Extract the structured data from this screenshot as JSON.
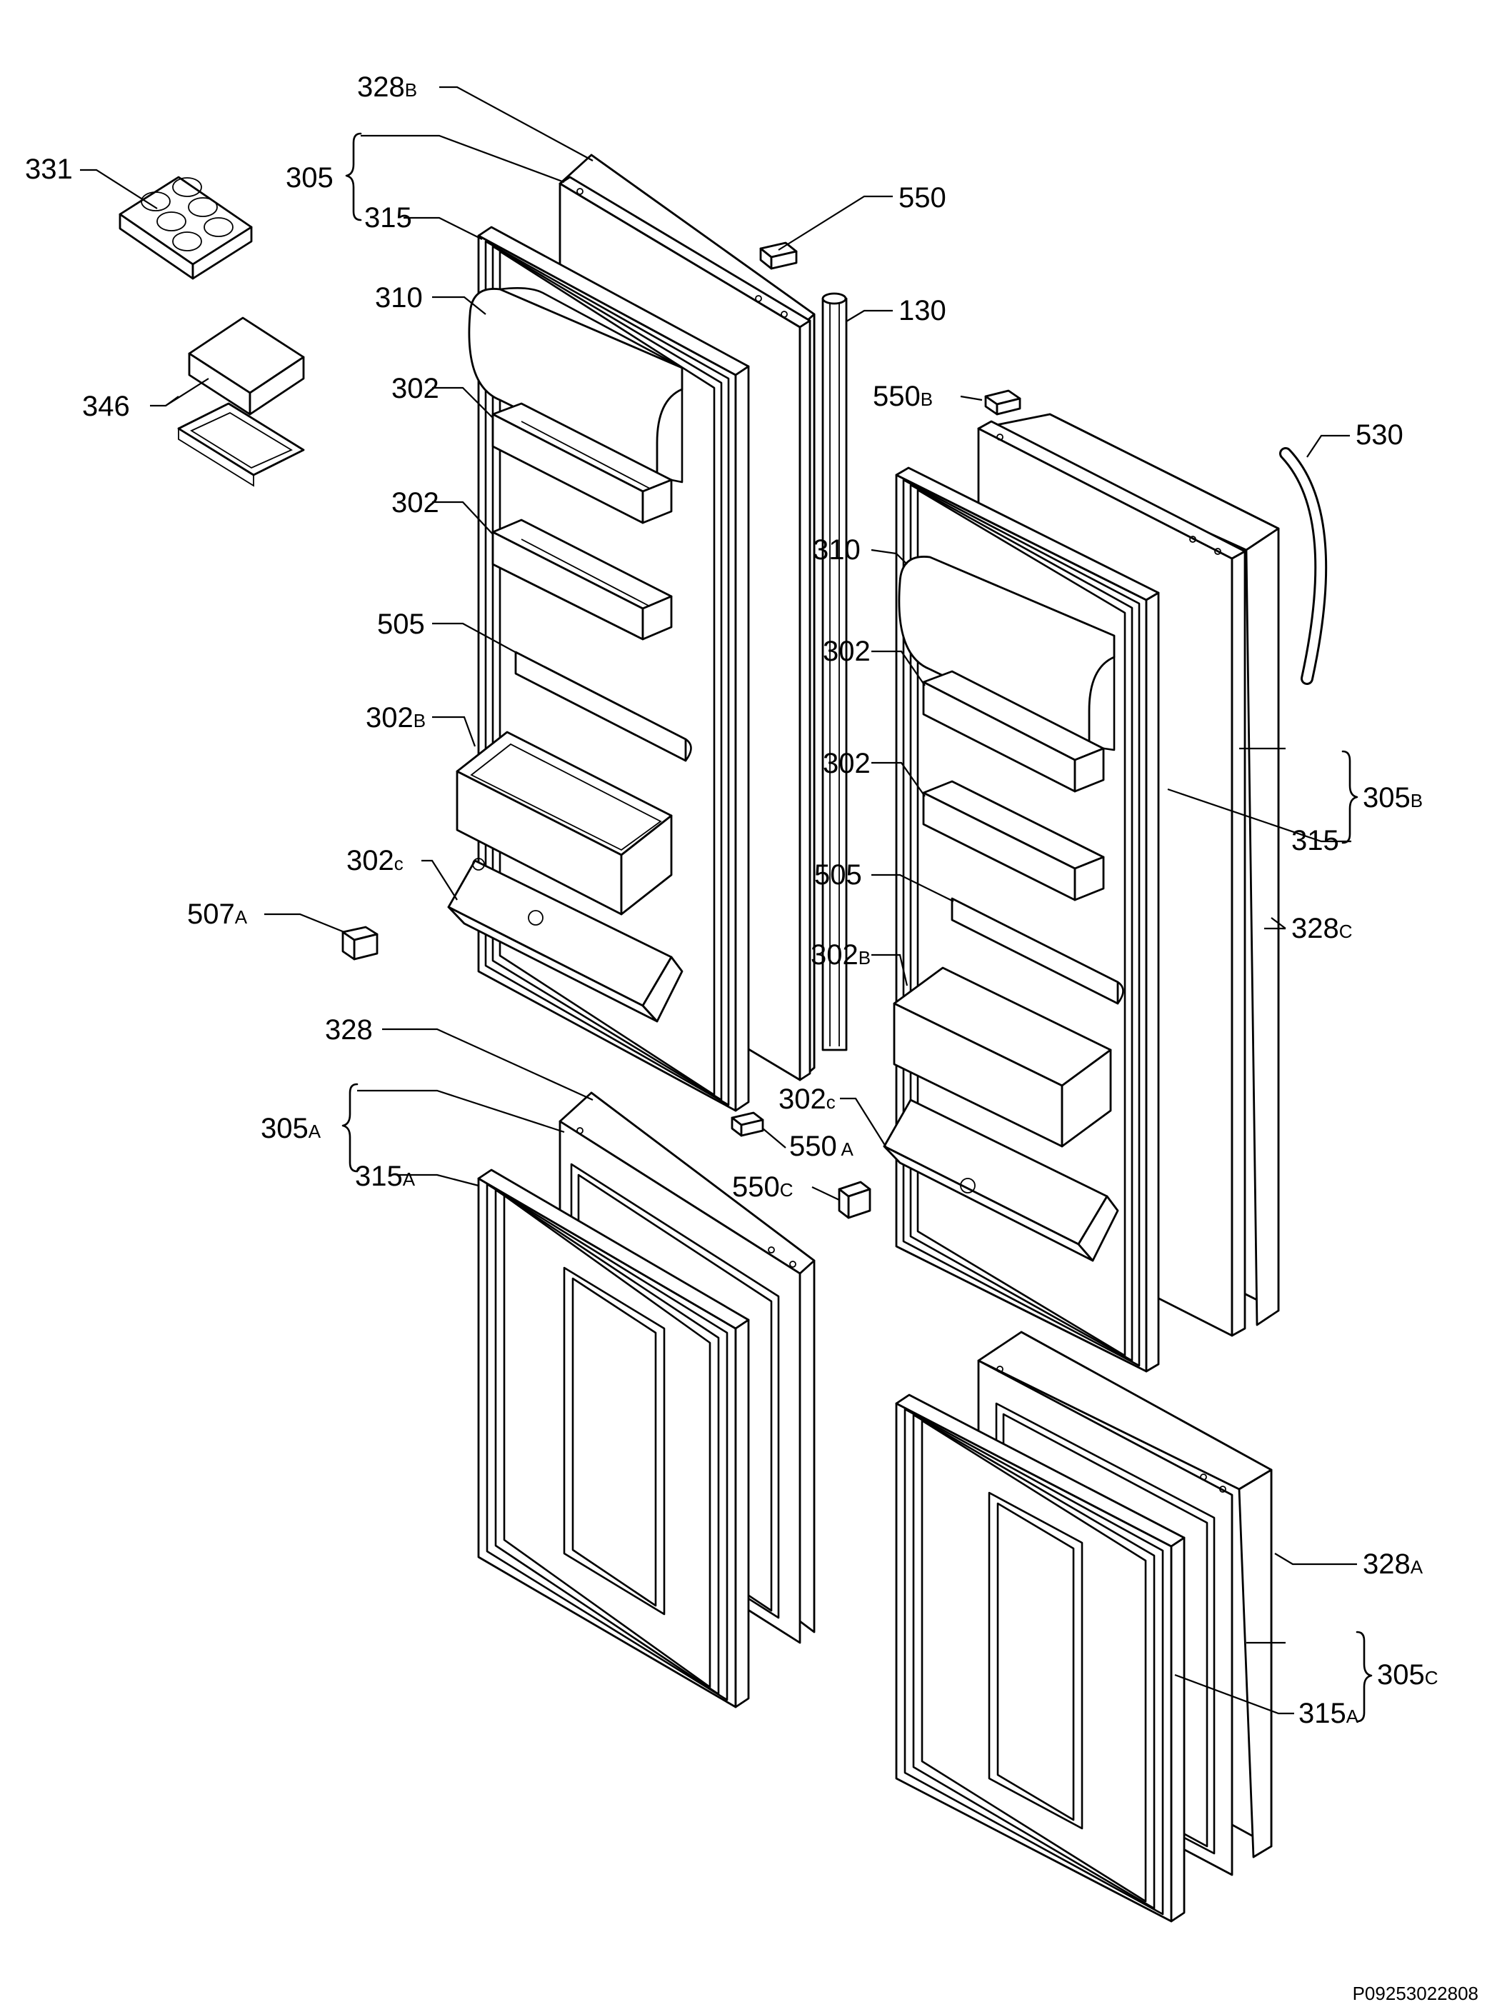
{
  "diagram": {
    "labels": [
      {
        "id": "l331",
        "text": "331"
      },
      {
        "id": "l346",
        "text": "346"
      },
      {
        "id": "l328b",
        "main": "328",
        "suffix": "B"
      },
      {
        "id": "l305",
        "text": "305"
      },
      {
        "id": "l315",
        "text": "315"
      },
      {
        "id": "l310",
        "text": "310"
      },
      {
        "id": "l302a",
        "text": "302"
      },
      {
        "id": "l302b",
        "text": "302"
      },
      {
        "id": "l505",
        "text": "505"
      },
      {
        "id": "l302B",
        "main": "302",
        "suffix": "B"
      },
      {
        "id": "l302c",
        "main": "302",
        "suffix": "c"
      },
      {
        "id": "l507a",
        "main": "507",
        "suffix": "A"
      },
      {
        "id": "l550",
        "text": "550"
      },
      {
        "id": "l130",
        "text": "130"
      },
      {
        "id": "l550b",
        "main": "550",
        "suffix": "B"
      },
      {
        "id": "l530",
        "text": "530"
      },
      {
        "id": "l310r",
        "text": "310"
      },
      {
        "id": "l302r1",
        "text": "302"
      },
      {
        "id": "l302r2",
        "text": "302"
      },
      {
        "id": "l505r",
        "text": "505"
      },
      {
        "id": "l302Br",
        "main": "302",
        "suffix": "B"
      },
      {
        "id": "l302cr",
        "main": "302",
        "suffix": "c"
      },
      {
        "id": "l305b",
        "main": "305",
        "suffix": "B"
      },
      {
        "id": "l315r",
        "text": "315"
      },
      {
        "id": "l328c",
        "main": "328",
        "suffix": "C"
      },
      {
        "id": "l328",
        "text": "328"
      },
      {
        "id": "l305a",
        "main": "305",
        "suffix": "A"
      },
      {
        "id": "l315a",
        "main": "315",
        "suffix": "A"
      },
      {
        "id": "l550a",
        "main": "550",
        "suffix": " A"
      },
      {
        "id": "l550c",
        "main": "550",
        "suffix": "C"
      },
      {
        "id": "l328a",
        "main": "328",
        "suffix": "A"
      },
      {
        "id": "l305c",
        "main": "305",
        "suffix": "C"
      },
      {
        "id": "l315ar",
        "main": "315",
        "suffix": "A"
      }
    ],
    "reference_code": "P09253022808"
  }
}
